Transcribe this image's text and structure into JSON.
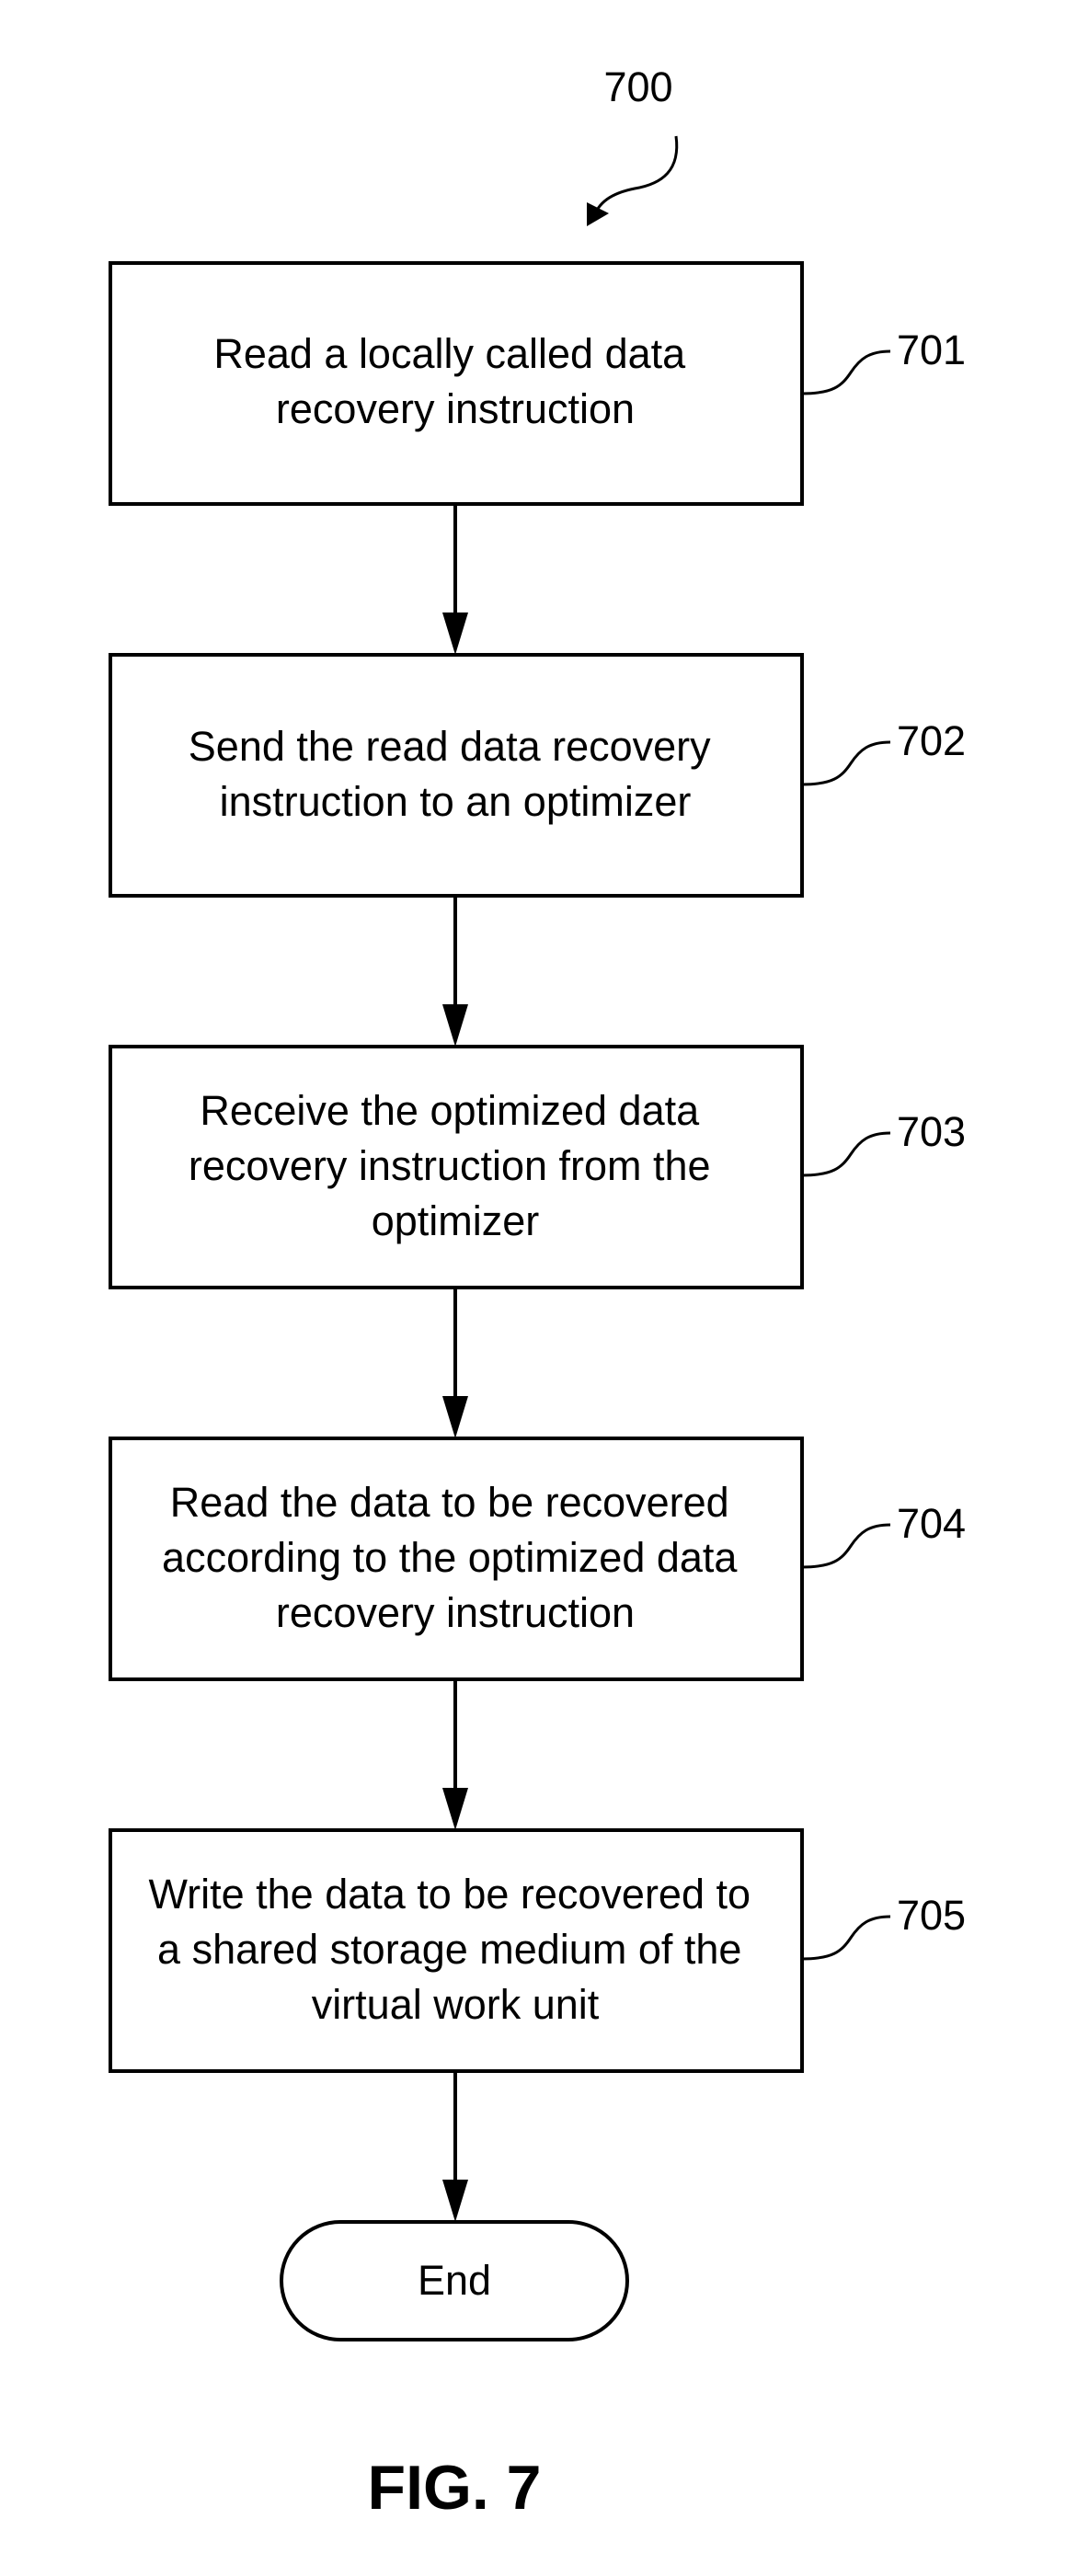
{
  "figure": {
    "ref_number": "700",
    "label": "FIG. 7"
  },
  "steps": [
    {
      "ref": "701",
      "lines": [
        "Read a locally called data",
        "recovery instruction"
      ]
    },
    {
      "ref": "702",
      "lines": [
        "Send the read data recovery",
        "instruction to an optimizer"
      ]
    },
    {
      "ref": "703",
      "lines": [
        "Receive the optimized data",
        "recovery instruction from the",
        "optimizer"
      ]
    },
    {
      "ref": "704",
      "lines": [
        "Read the data to be recovered",
        "according to the optimized data",
        "recovery instruction"
      ]
    },
    {
      "ref": "705",
      "lines": [
        "Write the data to be recovered to",
        "a shared storage medium of the",
        "virtual work unit"
      ]
    }
  ],
  "terminal": {
    "label": "End"
  }
}
